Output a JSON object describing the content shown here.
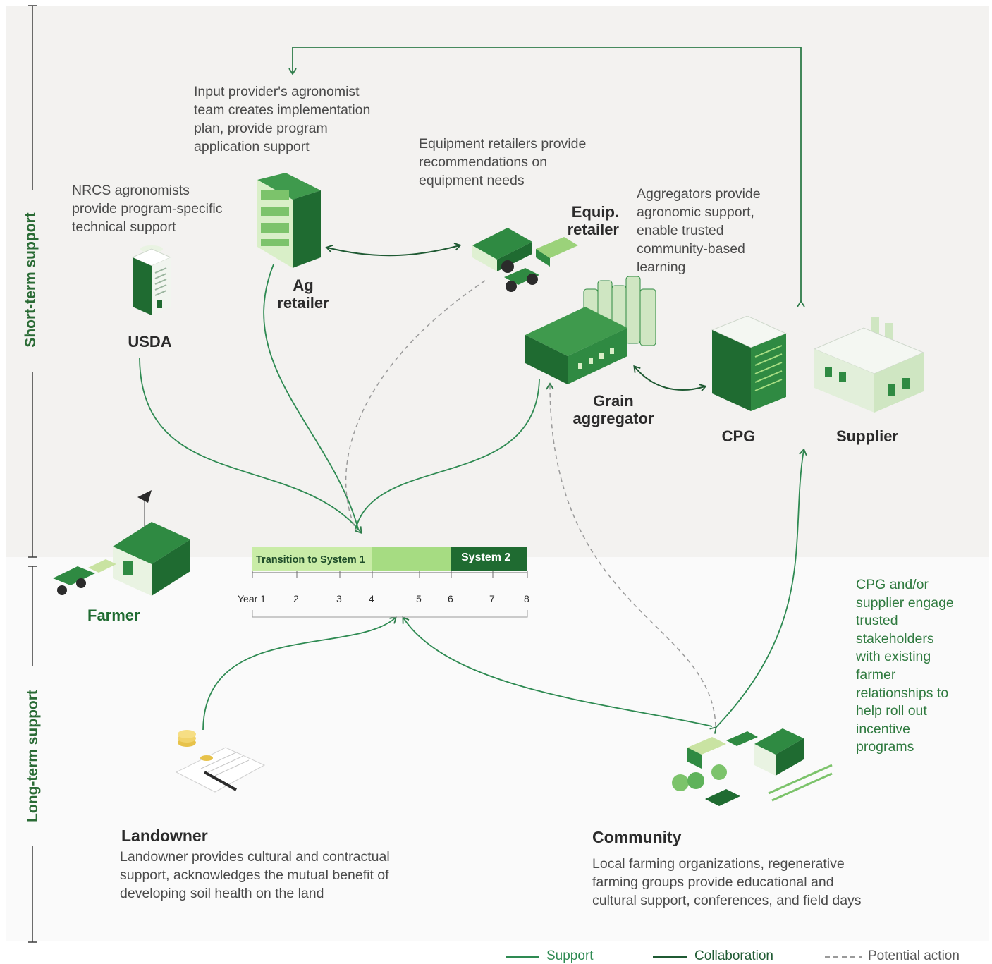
{
  "side_labels": {
    "short_term": "Short-term support",
    "long_term": "Long-term support"
  },
  "descriptions": {
    "input_provider": "Input provider's agronomist\nteam creates implementation\nplan, provide program\napplication support",
    "equipment": "Equipment retailers provide\nrecommendations on\nequipment needs",
    "nrcs": "NRCS agronomists\nprovide program-specific\ntechnical support",
    "aggregators": "Aggregators provide\nagronomic support,\nenable trusted\ncommunity-based\nlearning",
    "cpg_supplier": "CPG and/or\nsupplier engage\ntrusted\nstakeholders\nwith existing\nfarmer\nrelationships to\nhelp roll out\nincentive\nprograms",
    "landowner": "Landowner provides cultural and contractual\nsupport, acknowledges the mutual benefit of\ndeveloping soil health on the land",
    "community": "Local farming organizations, regenerative\nfarming groups provide educational and\ncultural support, conferences, and field days"
  },
  "nodes": {
    "usda": "USDA",
    "ag_retailer": "Ag\nretailer",
    "equip_retailer": "Equip.\nretailer",
    "grain_aggregator": "Grain\naggregator",
    "cpg": "CPG",
    "supplier": "Supplier",
    "farmer": "Farmer",
    "landowner": "Landowner",
    "community": "Community"
  },
  "timeline": {
    "phase1": "Transition to System 1",
    "phase2": "System 2",
    "ticks": [
      "Year 1",
      "2",
      "3",
      "4",
      "5",
      "6",
      "7",
      "8"
    ]
  },
  "legend": {
    "support": "Support",
    "collaboration": "Collaboration",
    "potential": "Potential action"
  },
  "colors": {
    "dark_green": "#1f6b31",
    "mid_green": "#3c8f4a",
    "light_green": "#c9eca7",
    "bright_green": "#a6dc82",
    "support_line": "#2f8a52",
    "dashed": "#9a9a9a"
  }
}
